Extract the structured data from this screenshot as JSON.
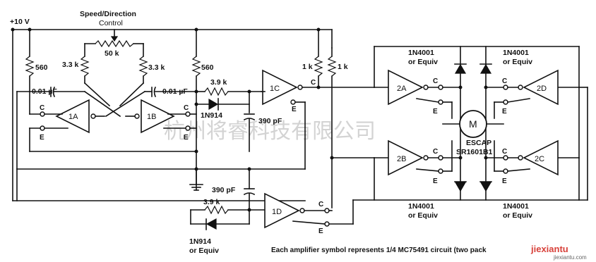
{
  "supply": "+10 V",
  "speed_control_label": [
    "Speed/Direction",
    "Control"
  ],
  "pot_value": "50 k",
  "resistors": {
    "r_560_left": "560",
    "r_33k_left": "3.3 k",
    "r_33k_right": "3.3 k",
    "r_560_right": "560",
    "r_39k_top": "3.9 k",
    "r_39k_bottom": "3.9 k",
    "r_1k_a": "1 k",
    "r_1k_b": "1 k"
  },
  "capacitors": {
    "c_001_left": "0.01 µF",
    "c_001_right": "0.01 µF",
    "c_390_top": "390 pF",
    "c_390_bottom": "390 pF"
  },
  "diodes": {
    "d_1n914_top": "1N914",
    "d_1n914_bottom": [
      "1N914",
      "or Equiv"
    ],
    "d_tl": [
      "1N4001",
      "or Equiv"
    ],
    "d_tr": [
      "1N4001",
      "or Equiv"
    ],
    "d_bl": [
      "1N4001",
      "or Equiv"
    ],
    "d_br": [
      "1N4001",
      "or Equiv"
    ]
  },
  "amplifiers": [
    "1A",
    "1B",
    "1C",
    "1D",
    "2A",
    "2B",
    "2C",
    "2D"
  ],
  "pin_c": "C",
  "pin_e": "E",
  "motor": {
    "symbol": "M",
    "make": "ESCAP",
    "model": "SR1601B1"
  },
  "caption": "Each amplifier symbol represents 1/4 MC75491 circuit (two pack",
  "watermark": "杭州将睿科技有限公司",
  "logo": {
    "name": "jiexiantu",
    "domain": "jiexiantu.com"
  }
}
